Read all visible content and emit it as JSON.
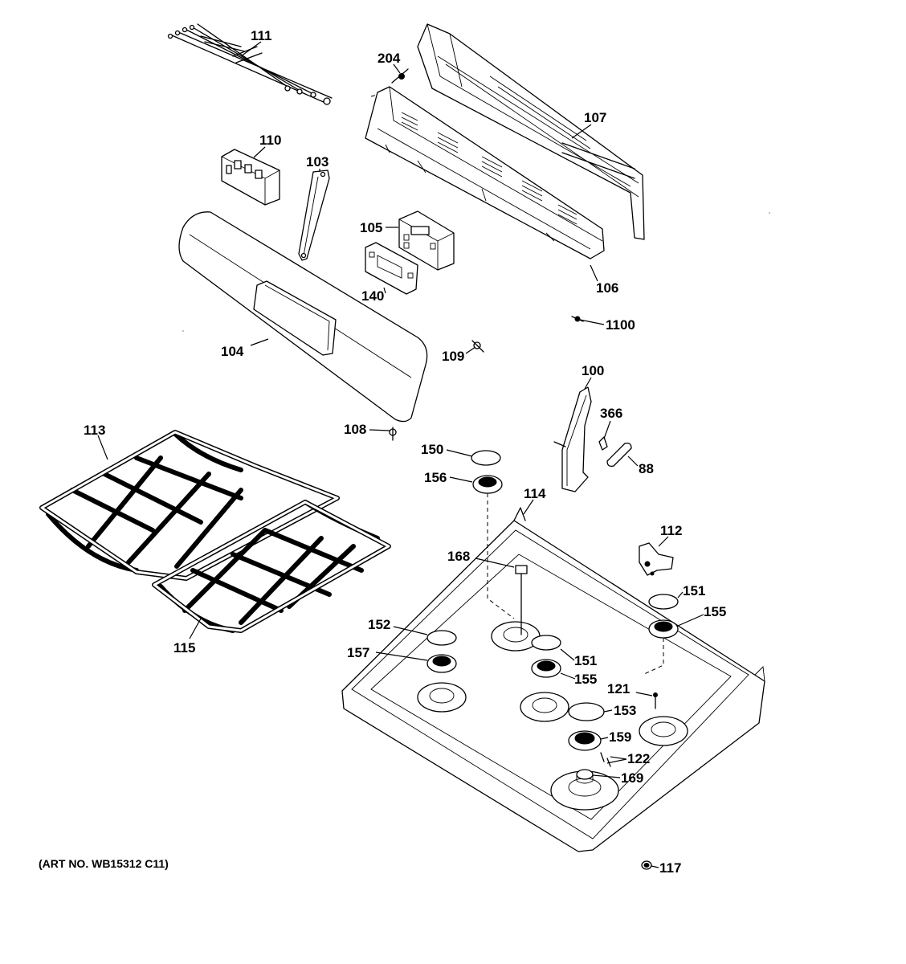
{
  "art_number": "(ART NO. WB15312 C11)",
  "labels": {
    "p111": "111",
    "p204": "204",
    "p107": "107",
    "p110": "110",
    "p103": "103",
    "p105": "105",
    "p140": "140",
    "p106": "106",
    "p1100": "1100",
    "p104": "104",
    "p109": "109",
    "p100": "100",
    "p366": "366",
    "p88": "88",
    "p113": "113",
    "p108": "108",
    "p150": "150",
    "p156": "156",
    "p114": "114",
    "p112": "112",
    "p168": "168",
    "p151a": "151",
    "p155a": "155",
    "p152": "152",
    "p157": "157",
    "p151b": "151",
    "p155b": "155",
    "p115": "115",
    "p121": "121",
    "p153": "153",
    "p159": "159",
    "p122": "122",
    "p169": "169",
    "p117": "117"
  }
}
